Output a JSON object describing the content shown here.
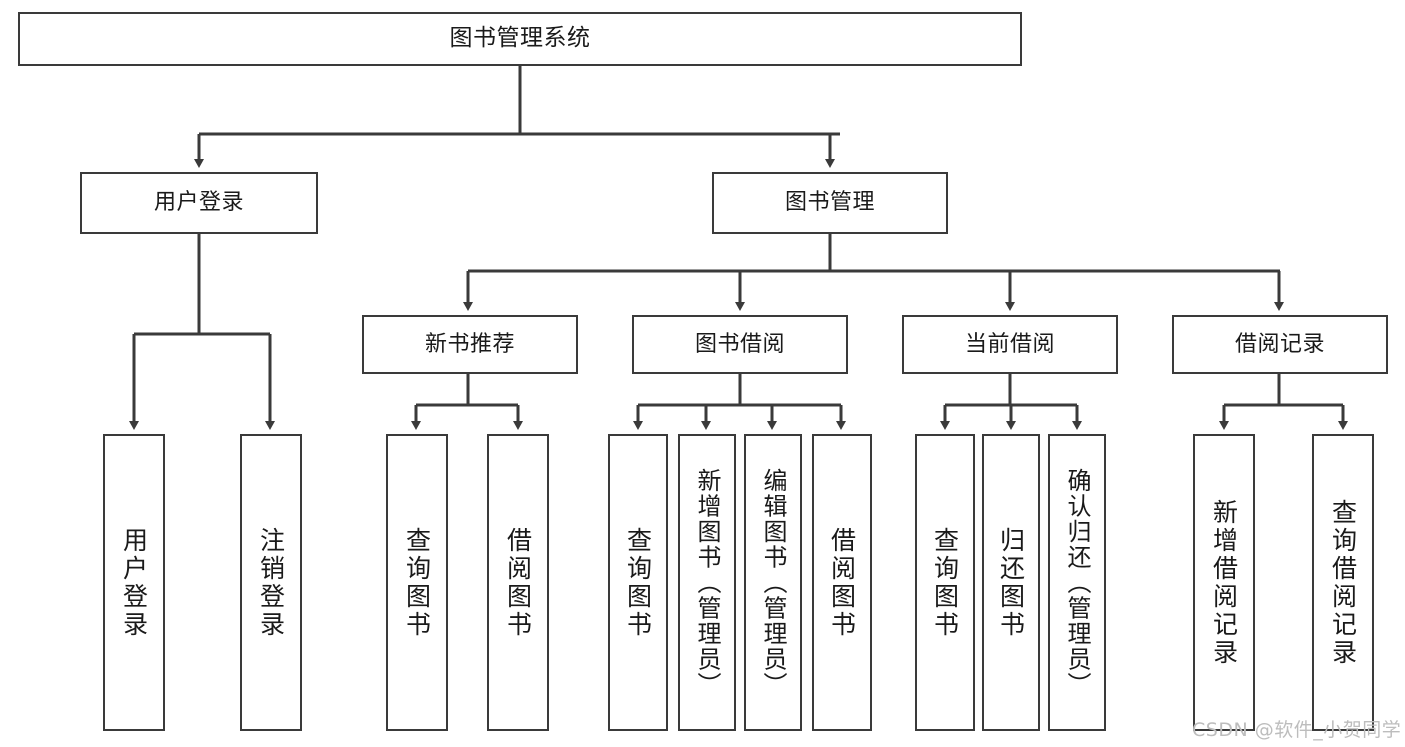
{
  "diagram": {
    "title": "图书管理系统",
    "type": "tree-hierarchy",
    "watermark": "CSDN @软件_小贺同学",
    "colors": {
      "box_border": "#3a3a3a",
      "box_fill": "#ffffff",
      "connector": "#3a3a3a",
      "text": "#1a1a1a",
      "watermark": "#bdbdbd"
    }
  },
  "nodes": {
    "root": {
      "label": "图书管理系统"
    },
    "level1": [
      {
        "label": "用户登录"
      },
      {
        "label": "图书管理"
      }
    ],
    "level2": [
      {
        "label": "新书推荐"
      },
      {
        "label": "图书借阅"
      },
      {
        "label": "当前借阅"
      },
      {
        "label": "借阅记录"
      }
    ],
    "leaves": {
      "user_login": [
        {
          "label": "用户登录"
        },
        {
          "label": "注销登录"
        }
      ],
      "new_book_recommend": [
        {
          "label": "查询图书"
        },
        {
          "label": "借阅图书"
        }
      ],
      "book_borrow": [
        {
          "label": "查询图书"
        },
        {
          "label": "新增图书（管理员）"
        },
        {
          "label": "编辑图书（管理员）"
        },
        {
          "label": "借阅图书"
        }
      ],
      "current_borrow": [
        {
          "label": "查询图书"
        },
        {
          "label": "归还图书"
        },
        {
          "label": "确认归还（管理员）"
        }
      ],
      "borrow_records": [
        {
          "label": "新增借阅记录"
        },
        {
          "label": "查询借阅记录"
        }
      ]
    }
  }
}
